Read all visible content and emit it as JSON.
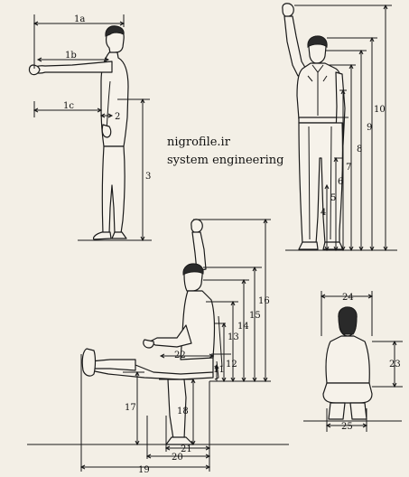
{
  "watermark": {
    "site": "nigrofile.ir",
    "subtitle": "system engineering"
  },
  "dimension_labels": [
    "1a",
    "1b",
    "1c",
    "2",
    "3",
    "4",
    "5",
    "6",
    "7",
    "8",
    "9",
    "10",
    "11",
    "12",
    "13",
    "14",
    "15",
    "16",
    "17",
    "18",
    "19",
    "20",
    "21",
    "22",
    "23",
    "24",
    "25"
  ]
}
